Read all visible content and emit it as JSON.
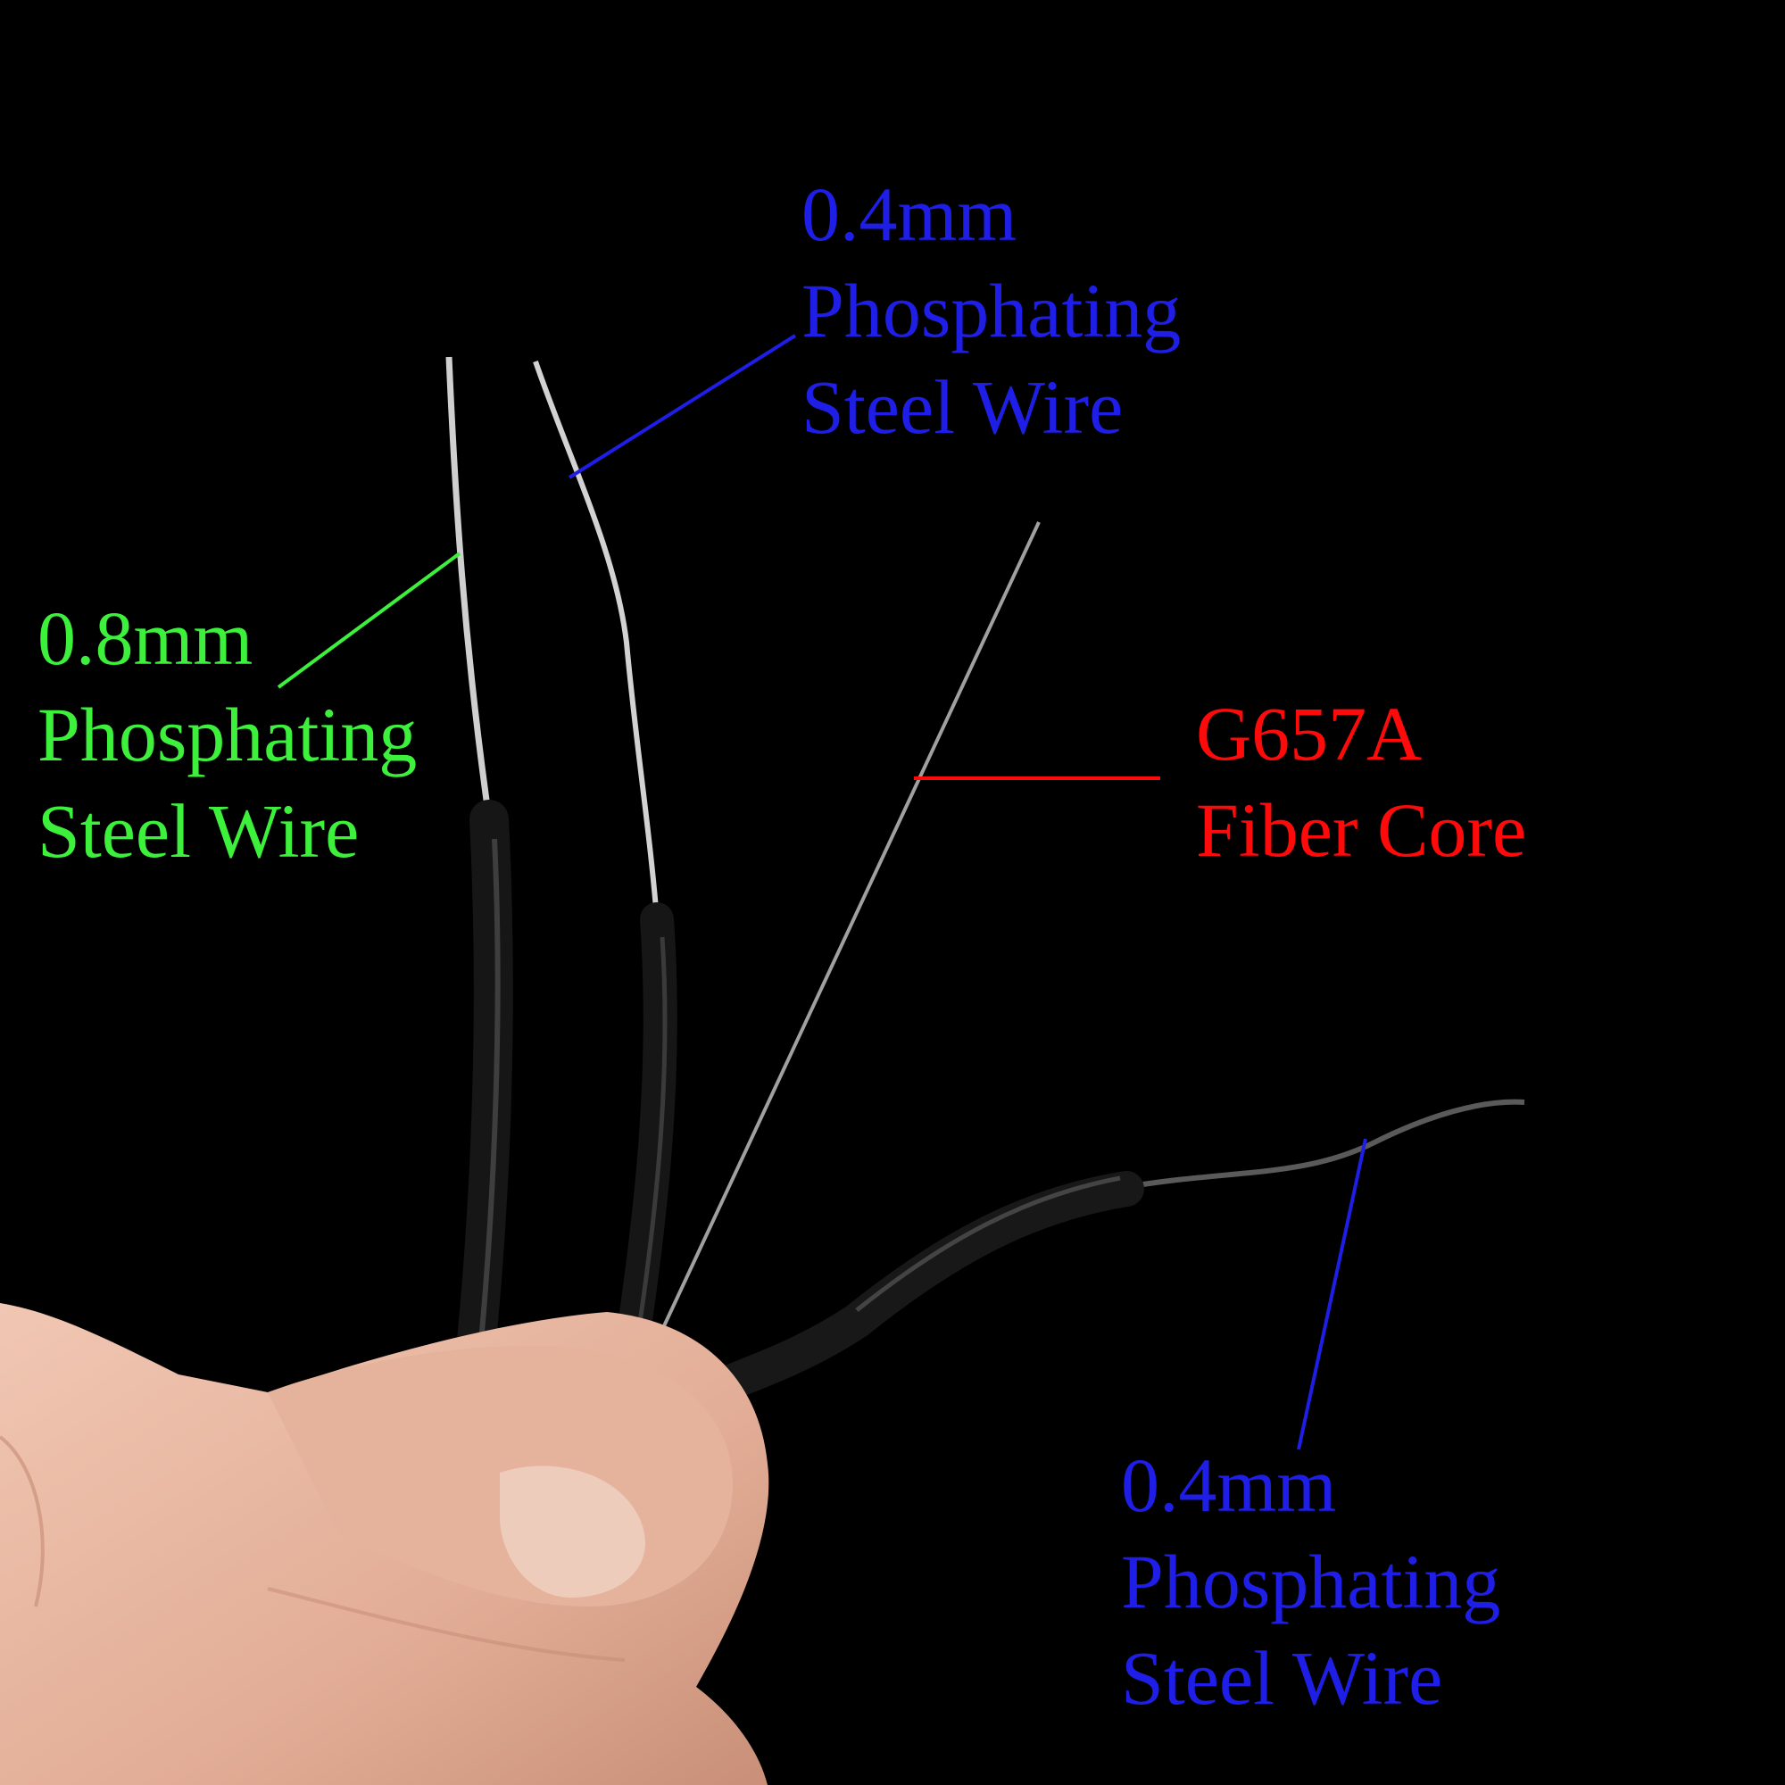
{
  "colors": {
    "background": "#000000",
    "green_label": "#3cf03c",
    "blue_label": "#1e1ee6",
    "red_label": "#ff0a0a",
    "skin": "#e8b8a2",
    "jacket": "#141414",
    "steel": "#c8c8c8",
    "fiber": "#9a9a9a"
  },
  "labels": {
    "top_steel_wire": {
      "size": "0.4mm",
      "line2": "Phosphating",
      "line3": "Steel Wire",
      "color": "#1e1ee6"
    },
    "left_steel_wire": {
      "size": "0.8mm",
      "line2": "Phosphating",
      "line3": "Steel Wire",
      "color": "#3cf03c"
    },
    "fiber_core": {
      "line1": "G657A",
      "line2": "Fiber Core",
      "color": "#ff0a0a"
    },
    "bottom_steel_wire": {
      "size": "0.4mm",
      "line2": "Phosphating",
      "line3": "Steel Wire",
      "color": "#1e1ee6"
    }
  }
}
